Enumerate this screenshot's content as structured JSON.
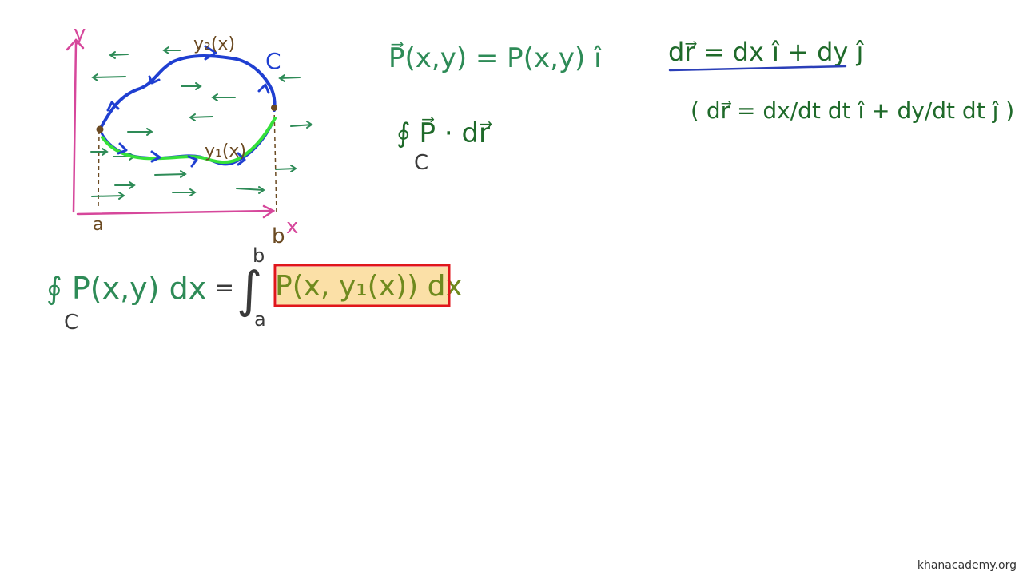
{
  "axes": {
    "y_label": "y",
    "x_label": "x",
    "a_label": "a",
    "b_label": "b"
  },
  "curve_labels": {
    "top": "y₂(x)",
    "bottom": "y₁(x)",
    "curve": "C"
  },
  "formulas": {
    "field_def": "P⃗(x,y) = P(x,y) î",
    "dr_def": "dr⃗ = dx î + dy ĵ",
    "dr_param": "( dr⃗ = dx/dt dt î + dy/dt dt ĵ )",
    "line_integral": "∮ P⃗ · dr⃗",
    "line_integral_sub": "C",
    "lhs": "∮ P(x,y) dx",
    "lhs_sub": "C",
    "equals": "=",
    "integral_sign": "∫",
    "lower_limit": "a",
    "upper_limit": "b",
    "highlighted": "P(x, y₁(x)) dx"
  },
  "colors": {
    "axis": "#d6479b",
    "upper_curve": "#1f3fd1",
    "lower_curve": "#35e13a",
    "field_arrow": "#2e8b57",
    "highlight_box": "#e0161b",
    "highlight_fill": "#f9d68a"
  },
  "watermark": "khanacademy.org"
}
